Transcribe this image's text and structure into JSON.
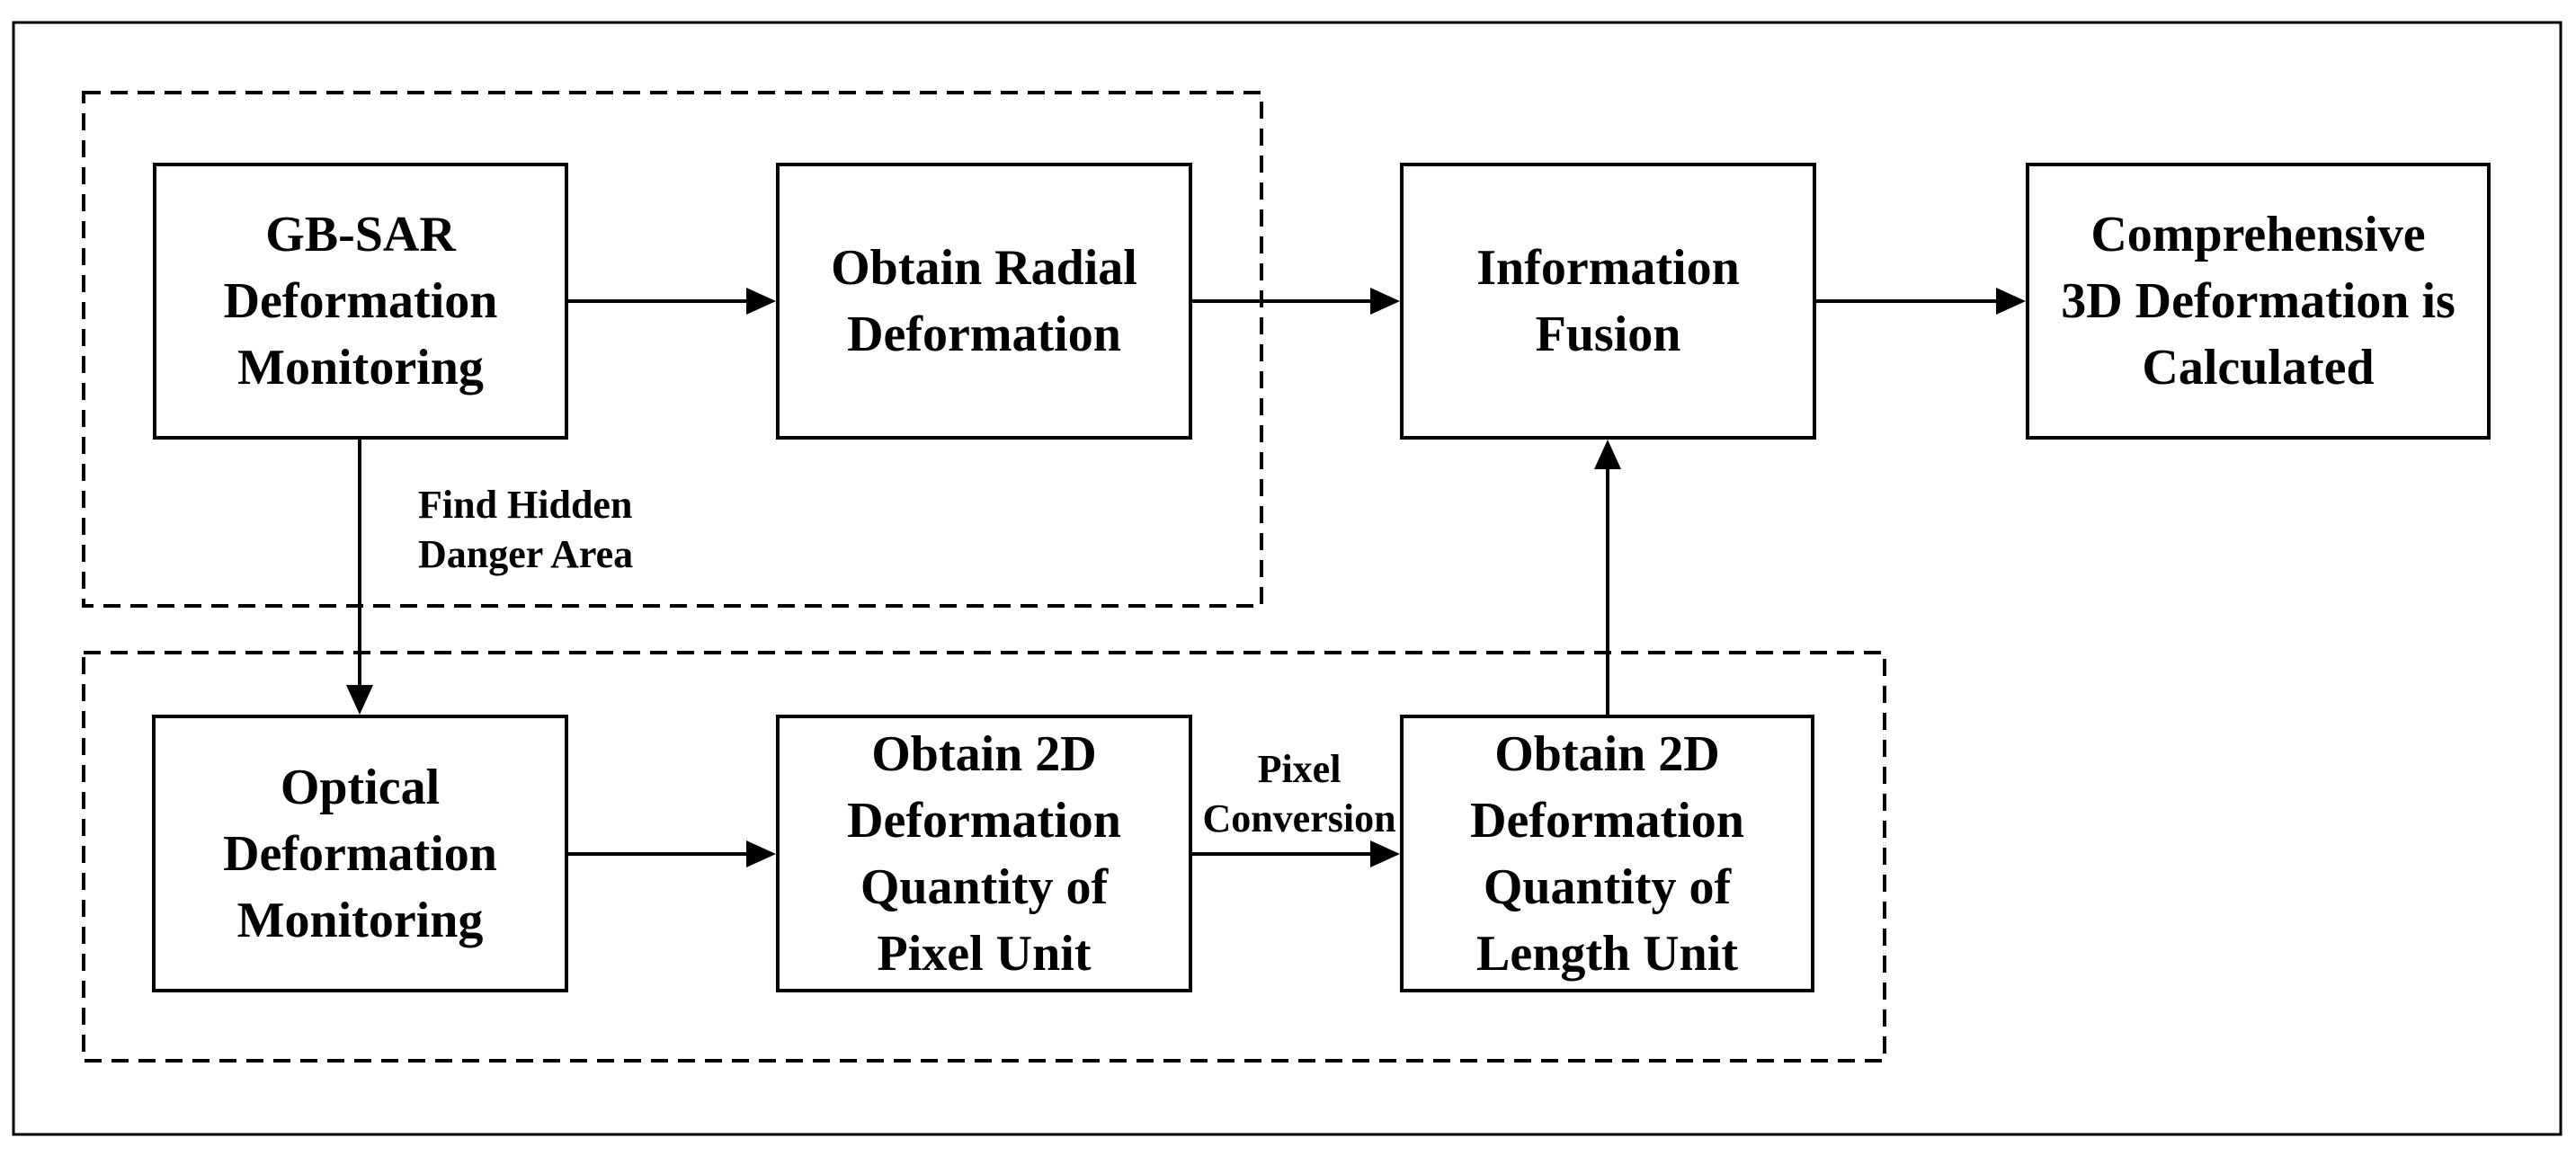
{
  "figure": {
    "type": "flowchart",
    "background": "#ffffff",
    "stroke_color": "#000000"
  },
  "boxes": {
    "gbsar": "GB-SAR\nDeformation\nMonitoring",
    "radial": "Obtain Radial\nDeformation",
    "fusion": "Information\nFusion",
    "comprehensive": "Comprehensive\n3D Deformation is\nCalculated",
    "optical": "Optical\nDeformation\nMonitoring",
    "pixel2d": "Obtain 2D\nDeformation\nQuantity of\nPixel Unit",
    "length2d": "Obtain 2D\nDeformation\nQuantity of\nLength Unit"
  },
  "edge_labels": {
    "find_hidden": "Find Hidden\nDanger Area",
    "pixel_conversion": "Pixel\nConversion"
  }
}
